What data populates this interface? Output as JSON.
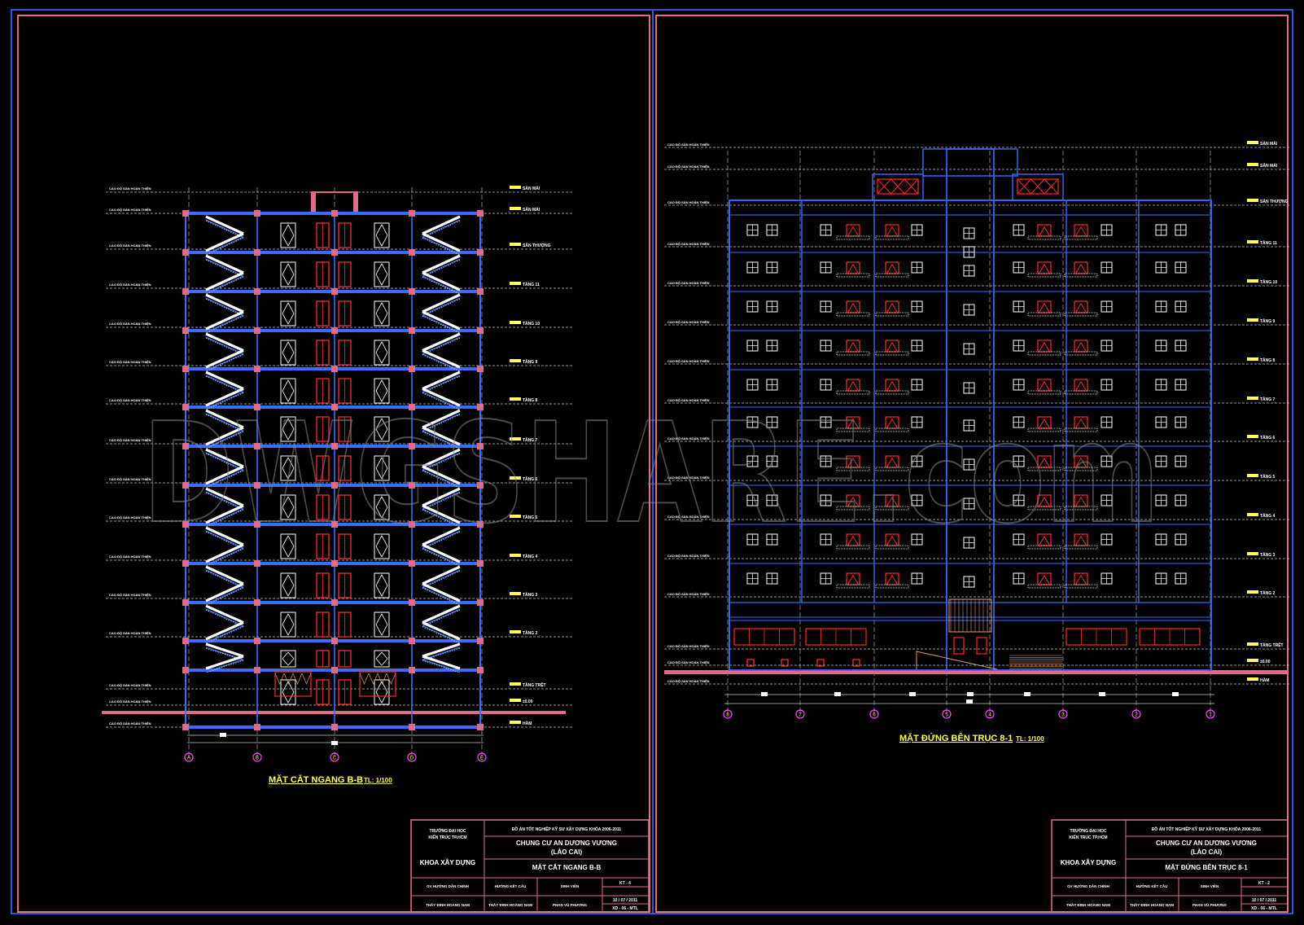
{
  "watermark": "DWGSHARE.com",
  "colors": {
    "background": "#000000",
    "outer_frame": "#2a5bd7",
    "inner_frame": "#e0708a",
    "structure": "#3a6dff",
    "slab": "#e06a88",
    "door": "#ff2a2a",
    "window": "#ffffff",
    "dim": "#c8c8c8",
    "text": "#ffffff",
    "label": "#ffff55"
  },
  "left_sheet": {
    "title": "MẶT CẮT NGANG B-B",
    "scale": "TL: 1/100",
    "level_label": "CAO ĐỘ SÀN HOÀN THIỆN",
    "levels": [
      "SÀN MÁI",
      "SÂN MÁI",
      "SÂN THƯỢNG",
      "TẦNG 11",
      "TẦNG 10",
      "TẦNG 9",
      "TẦNG 8",
      "TẦNG 7",
      "TẦNG 6",
      "TẦNG 5",
      "TẦNG 4",
      "TẦNG 3",
      "TẦNG 2",
      "TẦNG TRỆT",
      "±0.00",
      "HẦM"
    ],
    "axes": [
      "A",
      "B",
      "C",
      "D",
      "E"
    ],
    "title_block": {
      "school_line1": "TRƯỜNG ĐẠI HỌC",
      "school_line2": "KIẾN TRÚC TP.HCM",
      "faculty": "KHOA XÂY DỰNG",
      "thesis": "ĐỒ ÁN TỐT NGHIỆP KỸ SƯ XÂY DỰNG KHÓA 2006-2011",
      "project_line1": "CHUNG CƯ AN DƯƠNG VƯƠNG",
      "project_line2": "(LÀO CAI)",
      "drawing": "MẶT CẮT NGANG B-B",
      "advisor_label": "GV HƯỚNG DẪN CHÍNH",
      "structure_label": "HƯỚNG KẾT CẤU",
      "student_label": "SINH VIÊN",
      "sheet_no": "KT - 4",
      "advisor_name": "THẦY ĐINH HOÀNG NAM",
      "structure_name": "THẦY ĐINH HOÀNG NAM",
      "student_name": "PHAN VŨ PHƯƠNG",
      "date": "10 / 07 / 2011",
      "code": "XD - 06 - MTL"
    }
  },
  "right_sheet": {
    "title": "MẶT ĐỨNG BÊN TRỤC 8-1",
    "scale": "TL: 1/100",
    "level_label": "CAO ĐỘ SÀN HOÀN THIỆN",
    "levels": [
      "SÀN MÁI",
      "SÂN MÁI",
      "SÂN THƯỢNG",
      "TẦNG 11",
      "TẦNG 10",
      "TẦNG 9",
      "TẦNG 8",
      "TẦNG 7",
      "TẦNG 6",
      "TẦNG 5",
      "TẦNG 4",
      "TẦNG 3",
      "TẦNG 2",
      "TẦNG TRỆT",
      "±0.00",
      "HẦM"
    ],
    "axes": [
      "8",
      "7",
      "6",
      "5",
      "4",
      "3",
      "2",
      "1"
    ],
    "title_block": {
      "school_line1": "TRƯỜNG ĐẠI HỌC",
      "school_line2": "KIẾN TRÚC TP.HCM",
      "faculty": "KHOA XÂY DỰNG",
      "thesis": "ĐỒ ÁN TỐT NGHIỆP KỸ SƯ XÂY DỰNG KHÓA 2006-2011",
      "project_line1": "CHUNG CƯ AN DƯƠNG VƯƠNG",
      "project_line2": "(LÀO CAI)",
      "drawing": "MẶT ĐỨNG BÊN TRỤC 8-1",
      "advisor_label": "GV HƯỚNG DẪN CHÍNH",
      "structure_label": "HƯỚNG KẾT CẤU",
      "student_label": "SINH VIÊN",
      "sheet_no": "KT - 2",
      "advisor_name": "THẦY ĐINH HOÀNG NAM",
      "structure_name": "THẦY ĐINH HOÀNG NAM",
      "student_name": "PHAN VŨ PHƯƠNG",
      "date": "10 / 07 / 2011",
      "code": "XD - 06 - MTL"
    }
  }
}
